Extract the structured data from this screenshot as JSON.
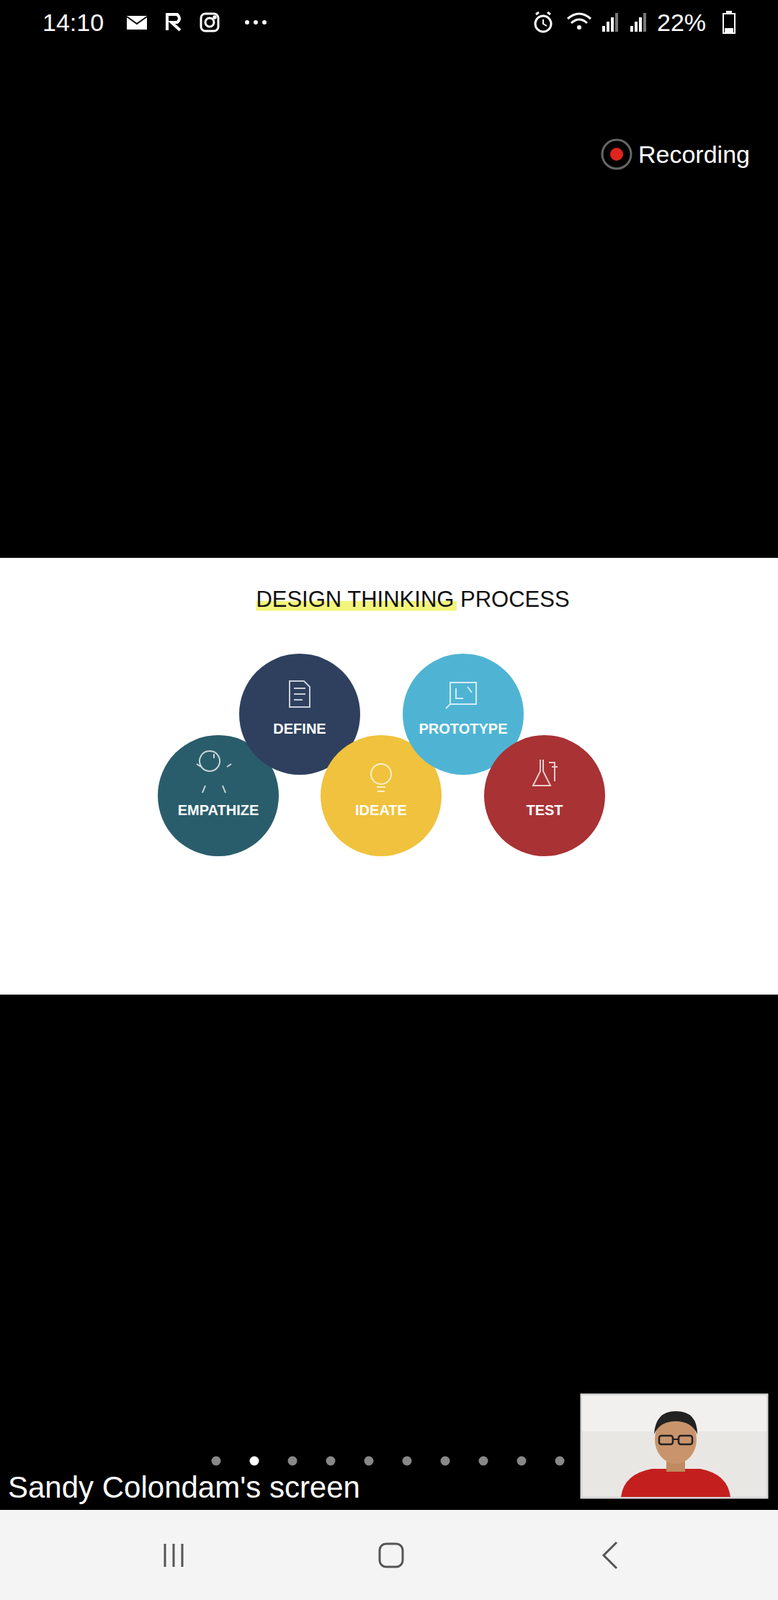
{
  "diagram": {
    "title": "DESIGN THINKING PROCESS",
    "nodes": [
      {
        "text": [
          "EMPATHIZE"
        ]
      },
      {
        "text": [
          "DEFINE"
        ]
      },
      {
        "text": [
          "IDEATE"
        ]
      },
      {
        "text": [
          "PROTOTYPE"
        ]
      },
      {
        "text": [
          "TEST"
        ]
      }
    ],
    "labels": [
      "14:10",
      "22%",
      "Recording",
      "Sandy Colondam's screen"
    ]
  }
}
